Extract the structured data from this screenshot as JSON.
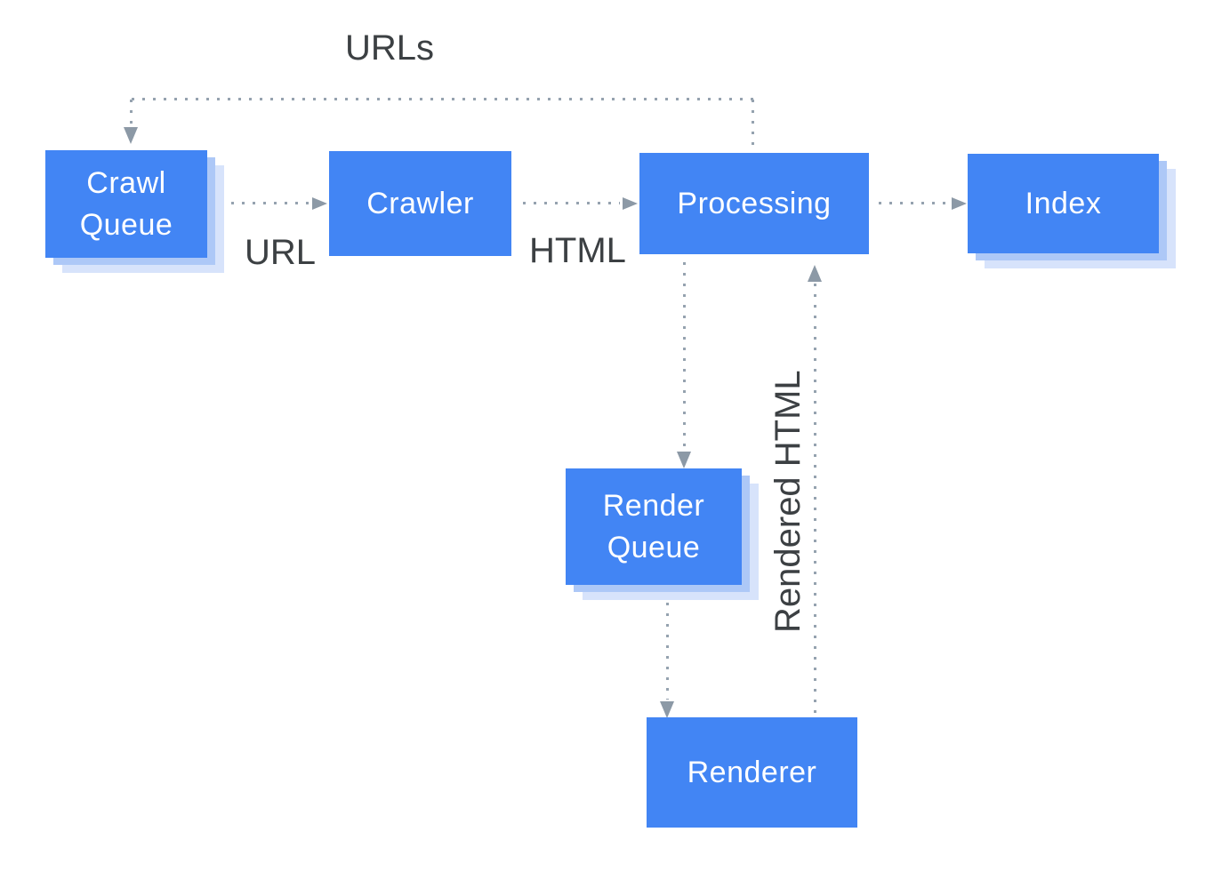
{
  "colors": {
    "background": "#ffffff",
    "box_fill": "#4285f4",
    "box_text": "#ffffff",
    "shadow_mid": "#adc8f7",
    "shadow_light": "#d7e3fb",
    "line": "#95a2af",
    "arrow": "#8c99a6",
    "label_text": "#3c4043"
  },
  "nodes": [
    {
      "id": "crawl-queue",
      "label": "Crawl Queue",
      "shadow": true
    },
    {
      "id": "crawler",
      "label": "Crawler",
      "shadow": false
    },
    {
      "id": "processing",
      "label": "Processing",
      "shadow": false
    },
    {
      "id": "index",
      "label": "Index",
      "shadow": true
    },
    {
      "id": "render-queue",
      "label": "Render Queue",
      "shadow": true
    },
    {
      "id": "renderer",
      "label": "Renderer",
      "shadow": false
    }
  ],
  "edge_labels": {
    "urls": "URLs",
    "url": "URL",
    "html": "HTML",
    "rendered_html": "Rendered HTML"
  },
  "edges": [
    {
      "from": "crawl-queue",
      "to": "crawler",
      "label": "URL",
      "style": "dotted"
    },
    {
      "from": "crawler",
      "to": "processing",
      "label": "HTML",
      "style": "dotted"
    },
    {
      "from": "processing",
      "to": "index",
      "label": "",
      "style": "dotted"
    },
    {
      "from": "processing",
      "to": "crawl-queue",
      "label": "URLs",
      "style": "dotted"
    },
    {
      "from": "processing",
      "to": "render-queue",
      "label": "",
      "style": "dotted"
    },
    {
      "from": "render-queue",
      "to": "renderer",
      "label": "",
      "style": "dotted"
    },
    {
      "from": "renderer",
      "to": "processing",
      "label": "Rendered HTML",
      "style": "dotted"
    }
  ]
}
